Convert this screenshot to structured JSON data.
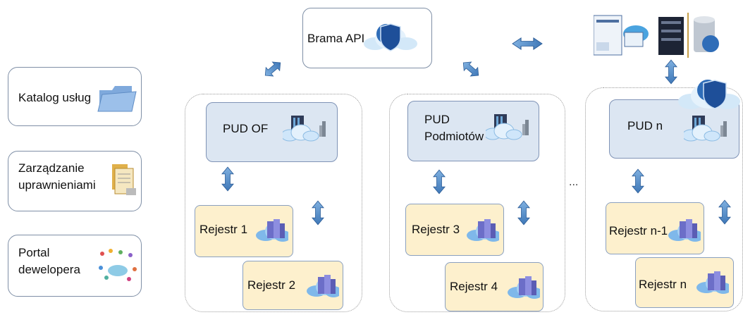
{
  "gateway": {
    "label": "Brama API"
  },
  "sidebar": {
    "catalog": "Katalog usług",
    "permissions_line1": "Zarządzanie",
    "permissions_line2": "uprawnieniami",
    "portal_line1": "Portal",
    "portal_line2": "dewelopera"
  },
  "groups": [
    {
      "pud": "PUD  OF",
      "reg_a": "Rejestr 1",
      "reg_b": "Rejestr 2"
    },
    {
      "pud_line1": "PUD",
      "pud_line2": "Podmiotów",
      "reg_a": "Rejestr 3",
      "reg_b": "Rejestr 4"
    },
    {
      "pud": "PUD n",
      "reg_a": "Rejestr n-1",
      "reg_b": "Rejestr n"
    }
  ],
  "ellipsis": "...",
  "colors": {
    "arrow": "#5b8ec9",
    "pud_fill": "#dce6f2",
    "registry_fill": "#fdf0cd"
  }
}
